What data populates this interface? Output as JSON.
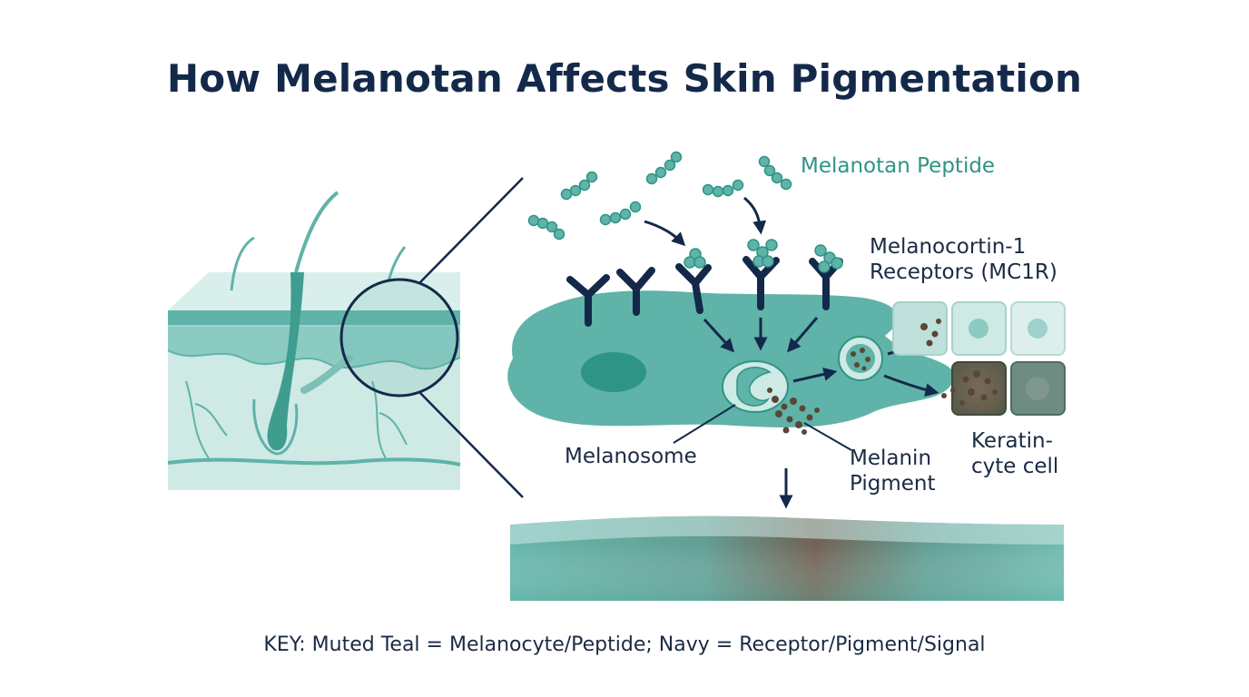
{
  "title": "How Melanotan Affects Skin Pigmentation",
  "labels": {
    "peptide": "Melanotan Peptide",
    "receptor_line1": "Melanocortin-1",
    "receptor_line2": "Receptors (MC1R)",
    "melanosome": "Melanosome",
    "melanin_line1": "Melanin",
    "melanin_line2": "Pigment",
    "keratinocyte_line1": "Keratin-",
    "keratinocyte_line2": "cyte cell"
  },
  "key": "KEY: Muted Teal = Melanocyte/Peptide; Navy = Receptor/Pigment/Signal",
  "colors": {
    "teal": "#5fb3a8",
    "teal_dark": "#2e9486",
    "teal_light": "#cfe9e5",
    "navy": "#14294a",
    "pigment": "#5a4636"
  }
}
